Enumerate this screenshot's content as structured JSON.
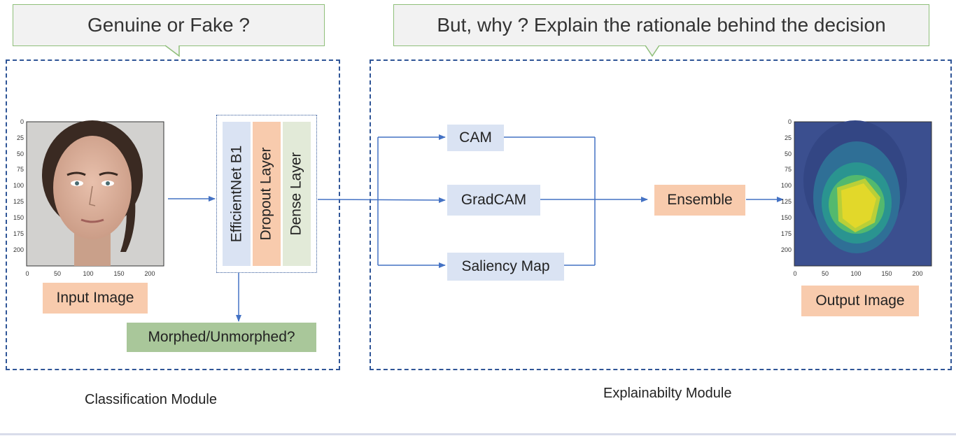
{
  "bubbles": {
    "left": "Genuine or Fake ?",
    "right": "But, why ? Explain the rationale behind the decision"
  },
  "classification": {
    "input_label": "Input Image",
    "layers": [
      "EfficientNet B1",
      "Dropout Layer",
      "Dense Layer"
    ],
    "output_label": "Morphed/Unmorphed?",
    "caption": "Classification Module"
  },
  "explainability": {
    "methods": [
      "CAM",
      "GradCAM",
      "Saliency Map"
    ],
    "ensemble_label": "Ensemble",
    "output_label": "Output Image",
    "caption": "Explainabilty Module"
  },
  "axes": {
    "y_ticks": [
      "0",
      "25",
      "50",
      "75",
      "100",
      "125",
      "150",
      "175",
      "200"
    ],
    "x_ticks": [
      "0",
      "50",
      "100",
      "150",
      "200"
    ]
  },
  "colors": {
    "dashed_border": "#2f5597",
    "arrow": "#4472c4",
    "method_box": "#dae3f3",
    "label_box": "#f8cbad",
    "result_box": "#a9c79a"
  }
}
